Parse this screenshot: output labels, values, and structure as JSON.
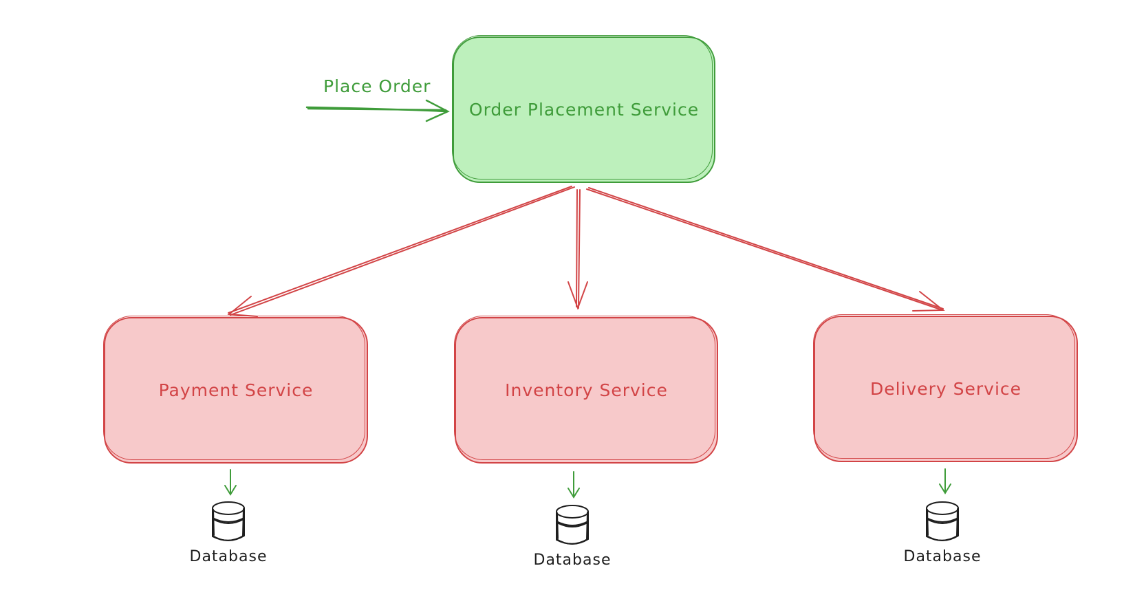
{
  "diagram": {
    "entry_label": "Place Order",
    "main_service": {
      "label": "Order Placement Service"
    },
    "services": [
      {
        "label": "Payment Service"
      },
      {
        "label": "Inventory Service"
      },
      {
        "label": "Delivery Service"
      }
    ],
    "databases": [
      {
        "label": "Database"
      },
      {
        "label": "Database"
      },
      {
        "label": "Database"
      }
    ]
  },
  "colors": {
    "green_stroke": "#3f9c3a",
    "green_fill": "#bdf0bc",
    "red_stroke": "#d24446",
    "red_fill": "#f7c9ca",
    "ink": "#1e1e1e"
  }
}
